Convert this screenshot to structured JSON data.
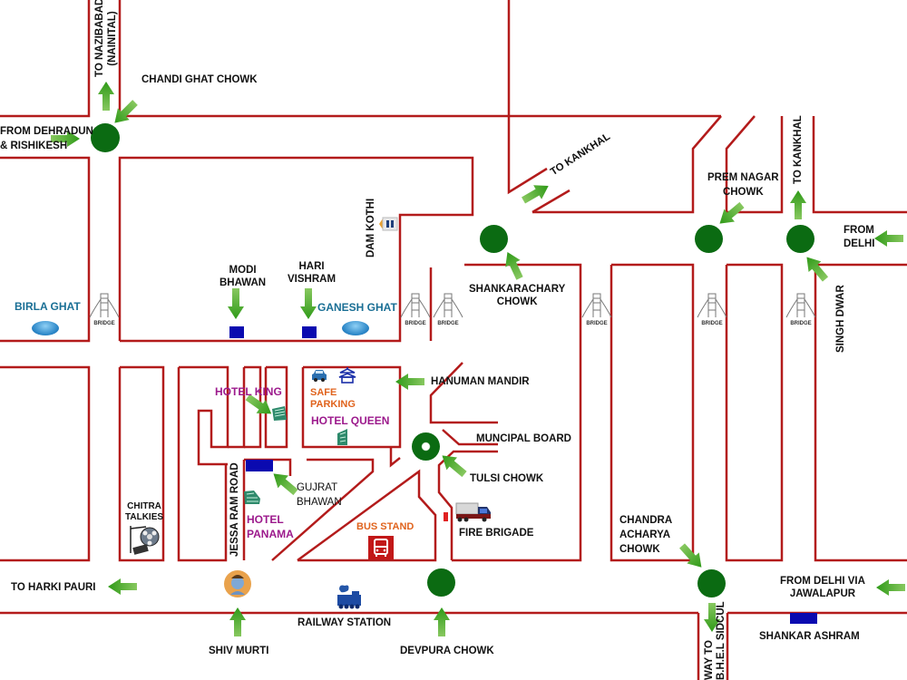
{
  "map": {
    "colors": {
      "road": "#b31b1b",
      "chowk": "#0b6b12",
      "arrow": "#46b01d",
      "marker": "#0a0ab0",
      "ghat_text": "#1a6f95",
      "hotel_text": "#9c1a8c",
      "orange_text": "#e0631d"
    },
    "directions": {
      "to_nazibabad": "TO NAZIBABAD",
      "nainital": "(NAINITAL)",
      "from_dehradun_1": "FROM DEHRADUN",
      "from_dehradun_2": "& RISHIKESH",
      "to_kankhal_diag": "TO KANKHAL",
      "to_kankhal_vert": "TO KANKHAL",
      "from_delhi_1": "FROM",
      "from_delhi_2": "DELHI",
      "to_harki_pauri": "TO HARKI PAURI",
      "from_delhi_via_1": "FROM DELHI VIA",
      "from_delhi_via_2": "JAWALAPUR",
      "way_to_1": "WAY TO",
      "way_to_2": "B.H.E.L SIDCUL"
    },
    "chowks": {
      "chandi_ghat": "CHANDI GHAT CHOWK",
      "shankarachary_1": "SHANKARACHARY",
      "shankarachary_2": "CHOWK",
      "prem_nagar_1": "PREM NAGAR",
      "prem_nagar_2": "CHOWK",
      "tulsi": "TULSI CHOWK",
      "chandra_acharya_1": "CHANDRA",
      "chandra_acharya_2": "ACHARYA",
      "chandra_acharya_3": "CHOWK",
      "devpura": "DEVPURA CHOWK"
    },
    "landmarks": {
      "dam_kothi": "DAM KOTHI",
      "modi_bhawan_1": "MODI",
      "modi_bhawan_2": "BHAWAN",
      "hari_vishram_1": "HARI",
      "hari_vishram_2": "VISHRAM",
      "singh_dwar": "SINGH DWAR",
      "hanuman_mandir": "HANUMAN MANDIR",
      "muncipal_board": "MUNCIPAL BOARD",
      "gujrat_bhawan_1": "GUJRAT",
      "gujrat_bhawan_2": "BHAWAN",
      "jessa_ram_road": "JESSA RAM ROAD",
      "chitra_talkies_1": "CHITRA",
      "chitra_talkies_2": "TALKIES",
      "fire_brigade": "FIRE BRIGADE",
      "railway_station": "RAILWAY STATION",
      "shiv_murti": "SHIV MURTI",
      "shankar_ashram": "SHANKAR ASHRAM",
      "bus_stand": "BUS STAND",
      "safe_parking_1": "SAFE",
      "safe_parking_2": "PARKING"
    },
    "ghats": {
      "birla": "BIRLA GHAT",
      "ganesh": "GANESH GHAT"
    },
    "hotels": {
      "king": "HOTEL KING",
      "queen": "HOTEL QUEEN",
      "panama_1": "HOTEL",
      "panama_2": "PANAMA"
    },
    "bridge_label": "BRIDGE"
  }
}
